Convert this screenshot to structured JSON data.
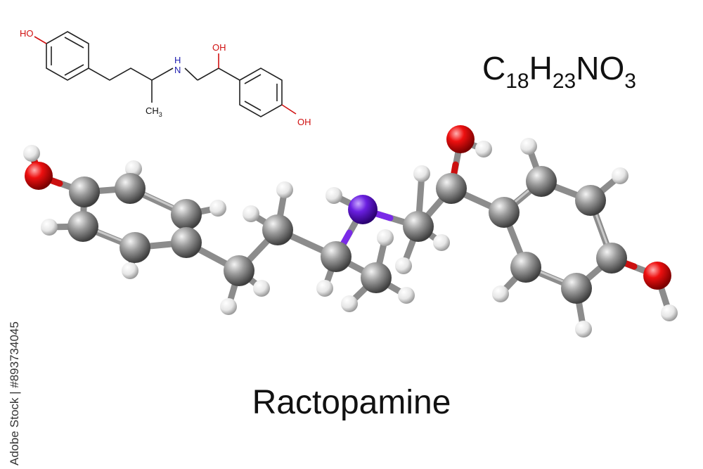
{
  "compound": {
    "name": "Ractopamine",
    "formula_parts": [
      {
        "text": "C",
        "sub": "18"
      },
      {
        "text": "H",
        "sub": "23"
      },
      {
        "text": "NO",
        "sub": "3"
      }
    ]
  },
  "structural_labels": {
    "ho_left": "HO",
    "nh": "N",
    "nh_h": "H",
    "oh_top": "OH",
    "ch3": "CH",
    "ch3_sub": "3",
    "oh_right": "OH"
  },
  "stock_id": "Adobe Stock | #893734045",
  "colors": {
    "oxygen": "#e01010",
    "nitrogen": "#6a1fe0",
    "carbon": "#8a8a8a",
    "hydrogen": "#f2f2f2",
    "bond_line": "#222222",
    "label_red": "#d01010",
    "label_blue": "#2020b0"
  }
}
